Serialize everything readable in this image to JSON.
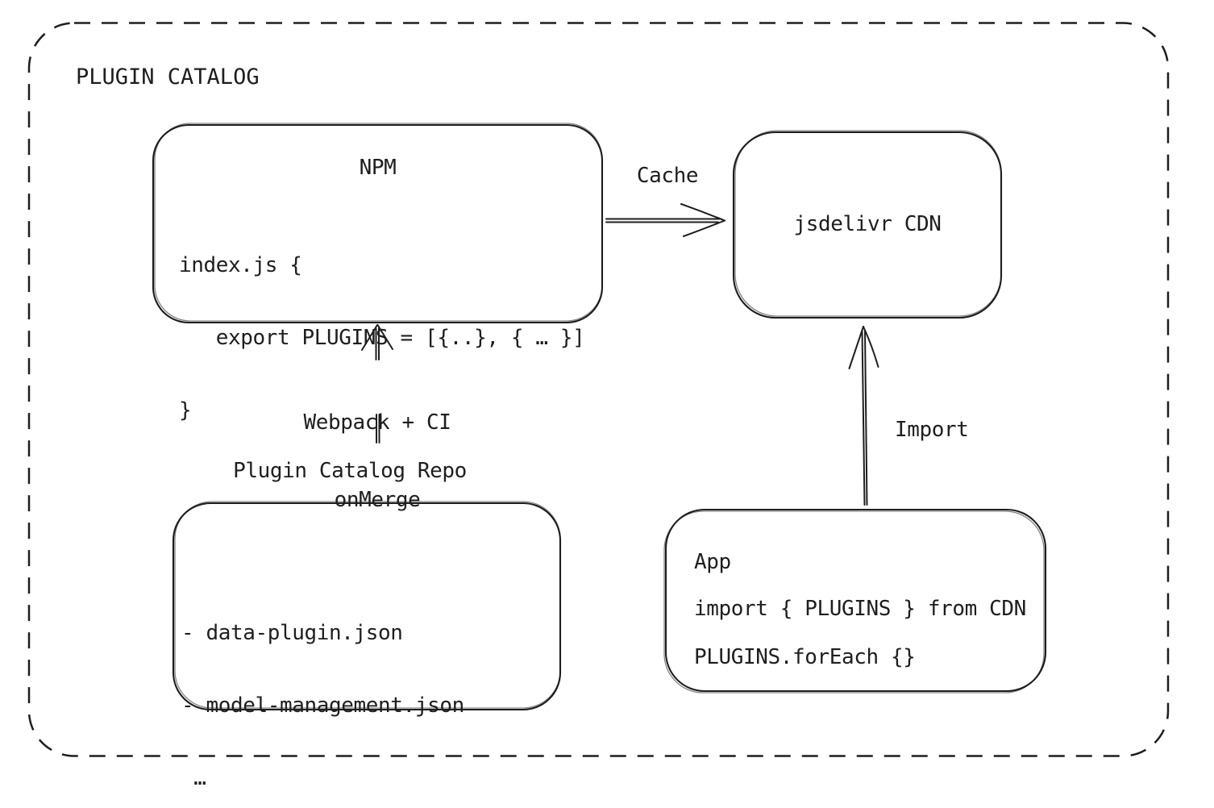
{
  "diagram": {
    "title": "PLUGIN CATALOG",
    "colors": {
      "stroke": "#1e1e1e",
      "background": "#ffffff"
    },
    "nodes": {
      "npm": {
        "title": "NPM",
        "code": [
          "index.js {",
          "   export PLUGINS = [{..}, { … }]",
          "}"
        ]
      },
      "cdn": {
        "label": "jsdelivr CDN"
      },
      "repo": {
        "label": "Plugin Catalog Repo",
        "files": [
          "- data-plugin.json",
          "- model-management.json",
          " …"
        ]
      },
      "app": {
        "title": "App",
        "code": [
          "import { PLUGINS } from CDN",
          "PLUGINS.forEach {}"
        ]
      }
    },
    "edges": {
      "cache": {
        "label": "Cache"
      },
      "build": {
        "label_line1": "Webpack + CI",
        "label_line2": "onMerge"
      },
      "import": {
        "label": "Import"
      }
    }
  }
}
